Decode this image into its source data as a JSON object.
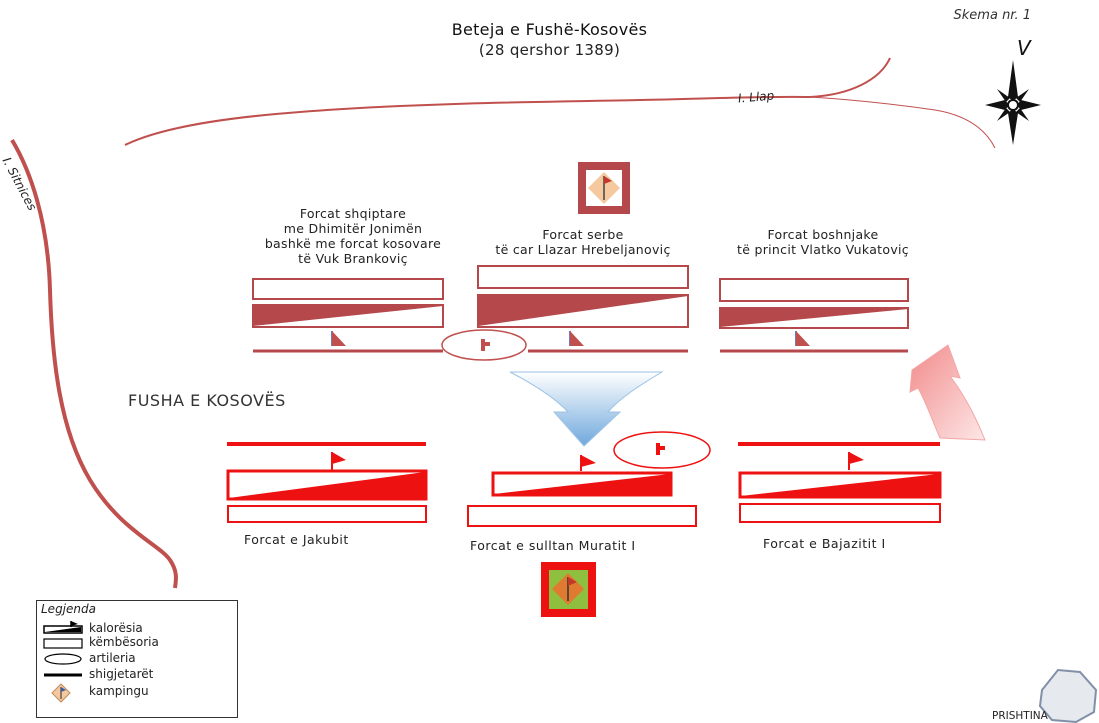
{
  "title": "Beteja e Fushë-Kosovës",
  "date": "(28 qershor 1389)",
  "scheme": "Skema nr. 1",
  "north": "V",
  "rivers": {
    "llap": "I. Llap",
    "sitnica": "I. Sitnices"
  },
  "field": "FUSHA E KOSOVËS",
  "city": "PRISHTINA",
  "christian_forces": [
    {
      "lines": [
        "Forcat shqiptare",
        "me Dhimitër Jonimën",
        "bashkë me forcat kosovare",
        "të Vuk Brankoviç"
      ]
    },
    {
      "lines": [
        "Forcat serbe",
        "të car Llazar Hrebeljanoviç"
      ]
    },
    {
      "lines": [
        "Forcat boshnjake",
        "të princit Vlatko Vukatoviç"
      ]
    }
  ],
  "ottoman_forces": [
    {
      "label": "Forcat e Jakubit"
    },
    {
      "label": "Forcat e sulltan Muratit I"
    },
    {
      "label": "Forcat e Bajazitit I"
    }
  ],
  "legend": {
    "title": "Legjenda",
    "items": [
      "kalorësia",
      "këmbësoria",
      "artileria",
      "shigjetarët",
      "kampingu"
    ]
  },
  "colors": {
    "serbian": "#b5484a",
    "ottoman": "#ee1111",
    "river": "#c0504d",
    "arrow_blue": "#6fa8dc"
  }
}
